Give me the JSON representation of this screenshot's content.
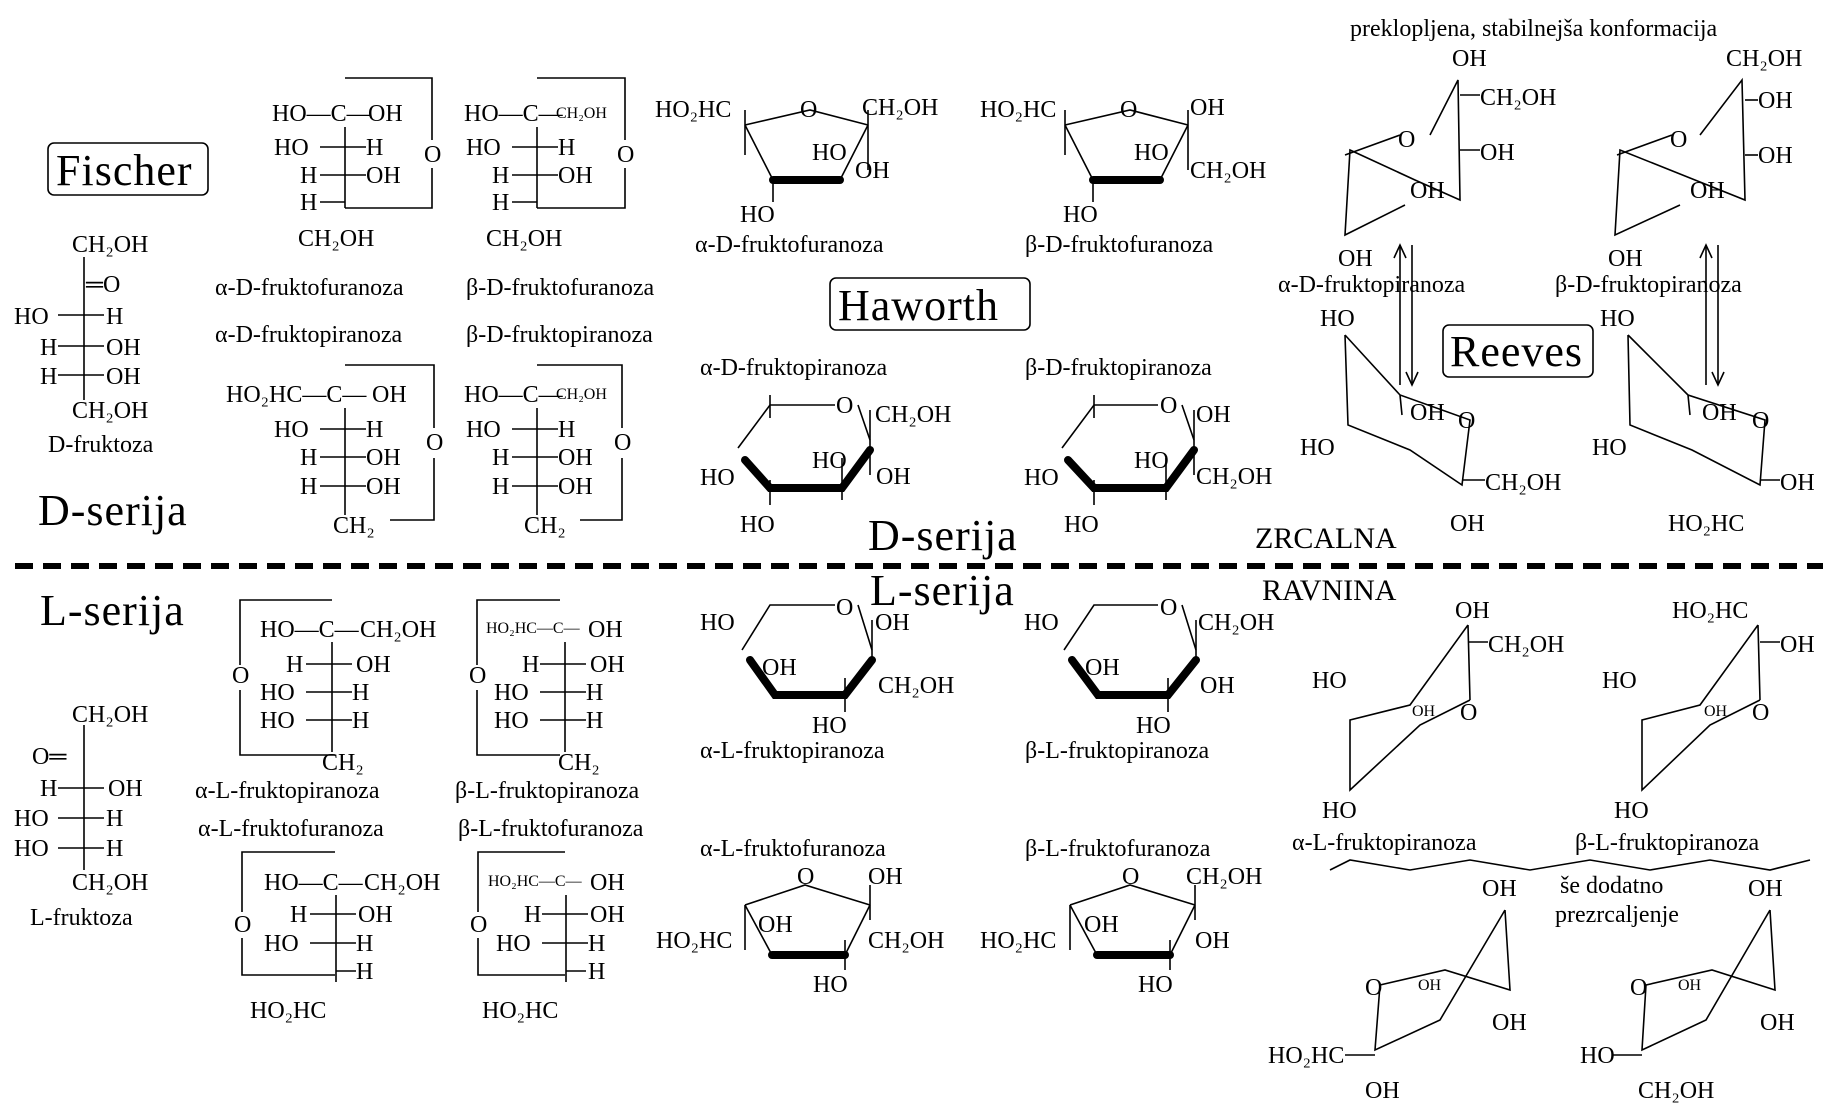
{
  "titles": {
    "fischer": "Fischer",
    "haworth": "Haworth",
    "reeves": "Reeves"
  },
  "series": {
    "d_left": "D-serija",
    "l_left": "L-serija",
    "d_center": "D-serija",
    "l_center": "L-serija"
  },
  "mirror": {
    "line1": "ZRCALNA",
    "line2": "RAVNINA"
  },
  "notes": {
    "top": "preklopljena, stabilnejša konformacija",
    "flip1": "še dodatno",
    "flip2": "prezrcaljenje"
  },
  "compounds": {
    "d_fructose": "D-fruktoza",
    "l_fructose": "L-fruktoza"
  },
  "captions": {
    "fischer_d_furanose_alpha": "α-D-fruktofuranoza",
    "fischer_d_furanose_beta": "β-D-fruktofuranoza",
    "fischer_d_pyranose_alpha": "α-D-fruktopiranoza",
    "fischer_d_pyranose_beta": "β-D-fruktopiranoza",
    "fischer_l_pyranose_alpha": "α-L-fruktopiranoza",
    "fischer_l_pyranose_beta": "β-L-fruktopiranoza",
    "fischer_l_furanose_alpha": "α-L-fruktofuranoza",
    "fischer_l_furanose_beta": "β-L-fruktofuranoza",
    "haworth_d_furanose_alpha": "α-D-fruktofuranoza",
    "haworth_d_furanose_beta": "β-D-fruktofuranoza",
    "haworth_d_pyranose_alpha": "α-D-fruktopiranoza",
    "haworth_d_pyranose_beta": "β-D-fruktopiranoza",
    "haworth_l_pyranose_alpha": "α-L-fruktopiranoza",
    "haworth_l_pyranose_beta": "β-L-fruktopiranoza",
    "haworth_l_furanose_alpha": "α-L-fruktofuranoza",
    "haworth_l_furanose_beta": "β-L-fruktofuranoza",
    "reeves_d_alpha": "α-D-fruktopiranoza",
    "reeves_d_beta": "β-D-fruktopiranoza",
    "reeves_l_alpha": "α-L-fruktopiranoza",
    "reeves_l_beta": "β-L-fruktopiranoza"
  },
  "groups": {
    "oh": "OH",
    "ho": "HO",
    "h": "H",
    "o": "O",
    "c": "C",
    "ch2oh": "CH₂OH",
    "ch2": "CH₂",
    "ho2hc": "HO₂HC",
    "ho_c": "HO—C—",
    "h_": "H—",
    "ho_": "HO—",
    "eq_o": "═O",
    "o_eq": "O═",
    "oh_short": "—OH",
    "h_short": "—H",
    "ho2hc_c": "HO₂HC—C—"
  }
}
